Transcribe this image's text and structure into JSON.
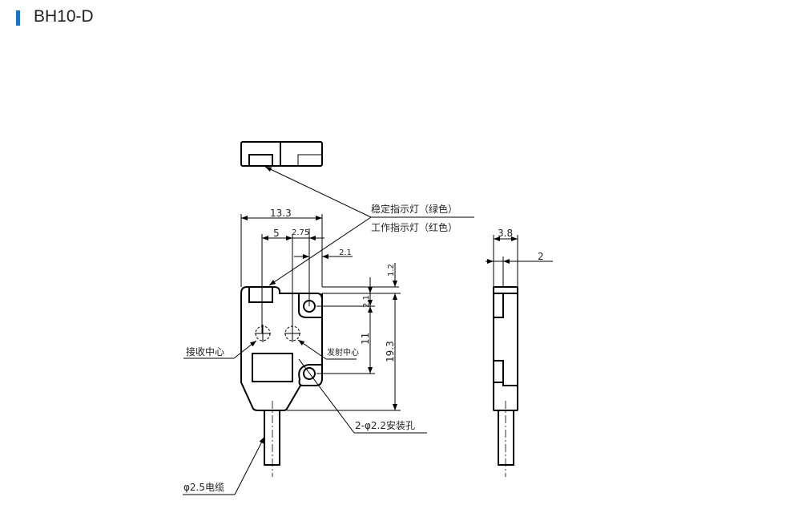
{
  "title": "BH10-D",
  "accent_color": "#1e6fc8",
  "dimensions": {
    "width": "13.3",
    "receiver_offset": "5",
    "emitter_offset": "2.75",
    "hole_offset_x": "2.1",
    "top_offset": "1.2",
    "hole_offset_y": "2.1",
    "hole_spacing": "11",
    "height": "19.3",
    "thickness": "3.8",
    "side_step": "2"
  },
  "labels": {
    "stable_indicator": "稳定指示灯（绿色）",
    "work_indicator": "工作指示灯（红色）",
    "receiver_center": "接收中心",
    "emitter_center": "发射中心",
    "mounting_holes": "2-φ2.2安装孔",
    "cable": "φ2.5电缆"
  }
}
